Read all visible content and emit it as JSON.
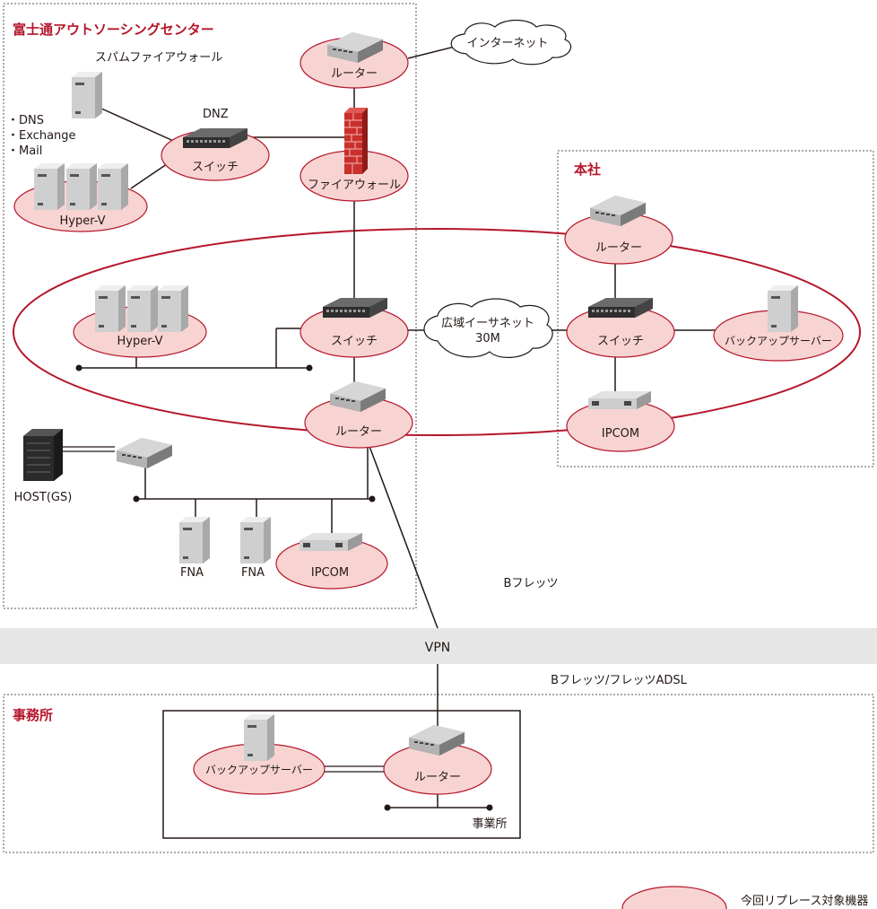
{
  "colors": {
    "accent": "#b5162b",
    "ellipse_fill": "#f7d4d2",
    "ellipse_stroke": "#b5162b",
    "vpn_band": "#e6e6e6",
    "text": "#231815",
    "device_dark": "#3b3b3b",
    "device_light": "#c8c8c8"
  },
  "regions": {
    "outsourcing_center": "富士通アウトソーシングセンター",
    "headquarters": "本社",
    "office": "事務所"
  },
  "outsourcing": {
    "spam_firewall": "スパムファイアウォール",
    "dnz": "DNZ",
    "services": [
      "・DNS",
      "・Exchange",
      "・Mail"
    ],
    "router": "ルーター",
    "switch_dnz": "スイッチ",
    "hyperv_dnz": "Hyper-V",
    "firewall": "ファイアウォール",
    "internet": "インターネット",
    "hyperv_main": "Hyper-V",
    "switch_main": "スイッチ",
    "router_main": "ルーター",
    "host": "HOST(GS)",
    "fna1": "FNA",
    "fna2": "FNA",
    "ipcom": "IPCOM"
  },
  "wan": {
    "label_line1": "広域イーサネット",
    "label_line2": "30M"
  },
  "headquarters": {
    "router": "ルーター",
    "switch": "スイッチ",
    "backup": "バックアップサーバー",
    "ipcom": "IPCOM"
  },
  "links": {
    "bflets": "Bフレッツ",
    "vpn": "VPN",
    "bflets_adsl": "Bフレッツ/フレッツADSL"
  },
  "office": {
    "backup": "バックアップサーバー",
    "router": "ルーター",
    "site": "事業所"
  },
  "legend": {
    "label": "今回リプレース対象機器"
  }
}
